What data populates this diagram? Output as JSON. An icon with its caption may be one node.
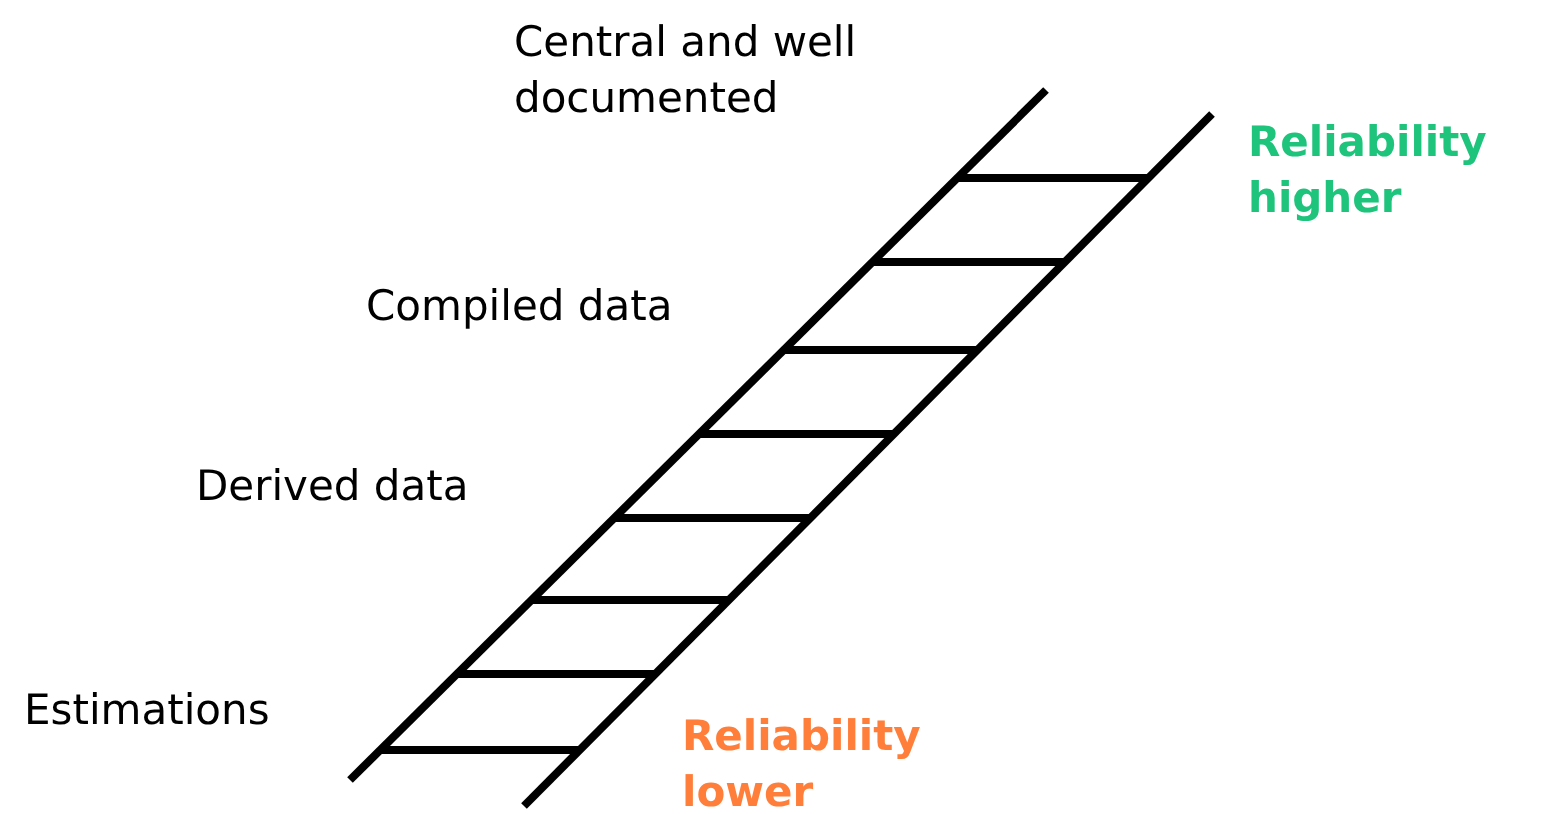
{
  "diagram": {
    "labels": [
      "Central and well documented",
      "Compiled data",
      "Derived data",
      "Estimations",
      "Reliability higher",
      "Reliability lower"
    ]
  }
}
